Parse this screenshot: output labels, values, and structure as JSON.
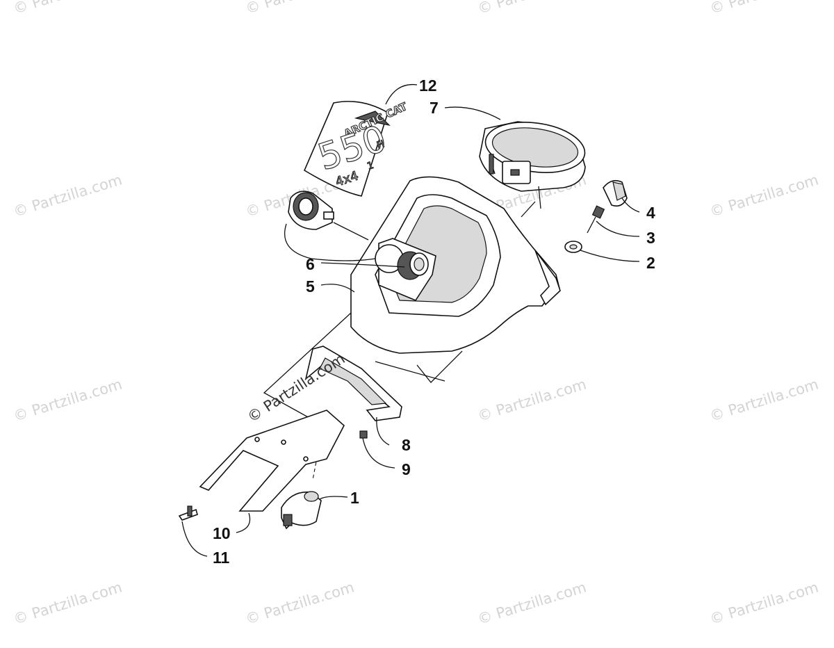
{
  "watermark": "© Partzilla.com",
  "callouts": [
    {
      "id": "1",
      "label": "1"
    },
    {
      "id": "2",
      "label": "2"
    },
    {
      "id": "3",
      "label": "3"
    },
    {
      "id": "4",
      "label": "4"
    },
    {
      "id": "5",
      "label": "5"
    },
    {
      "id": "6",
      "label": "6"
    },
    {
      "id": "7",
      "label": "7"
    },
    {
      "id": "8",
      "label": "8"
    },
    {
      "id": "9",
      "label": "9"
    },
    {
      "id": "10",
      "label": "10"
    },
    {
      "id": "11",
      "label": "11"
    },
    {
      "id": "12",
      "label": "12"
    }
  ],
  "decal": {
    "brand": "ARCTIC CAT",
    "model": "550",
    "suffix_h": "H",
    "suffix_1": "1",
    "drive": "4x4"
  }
}
